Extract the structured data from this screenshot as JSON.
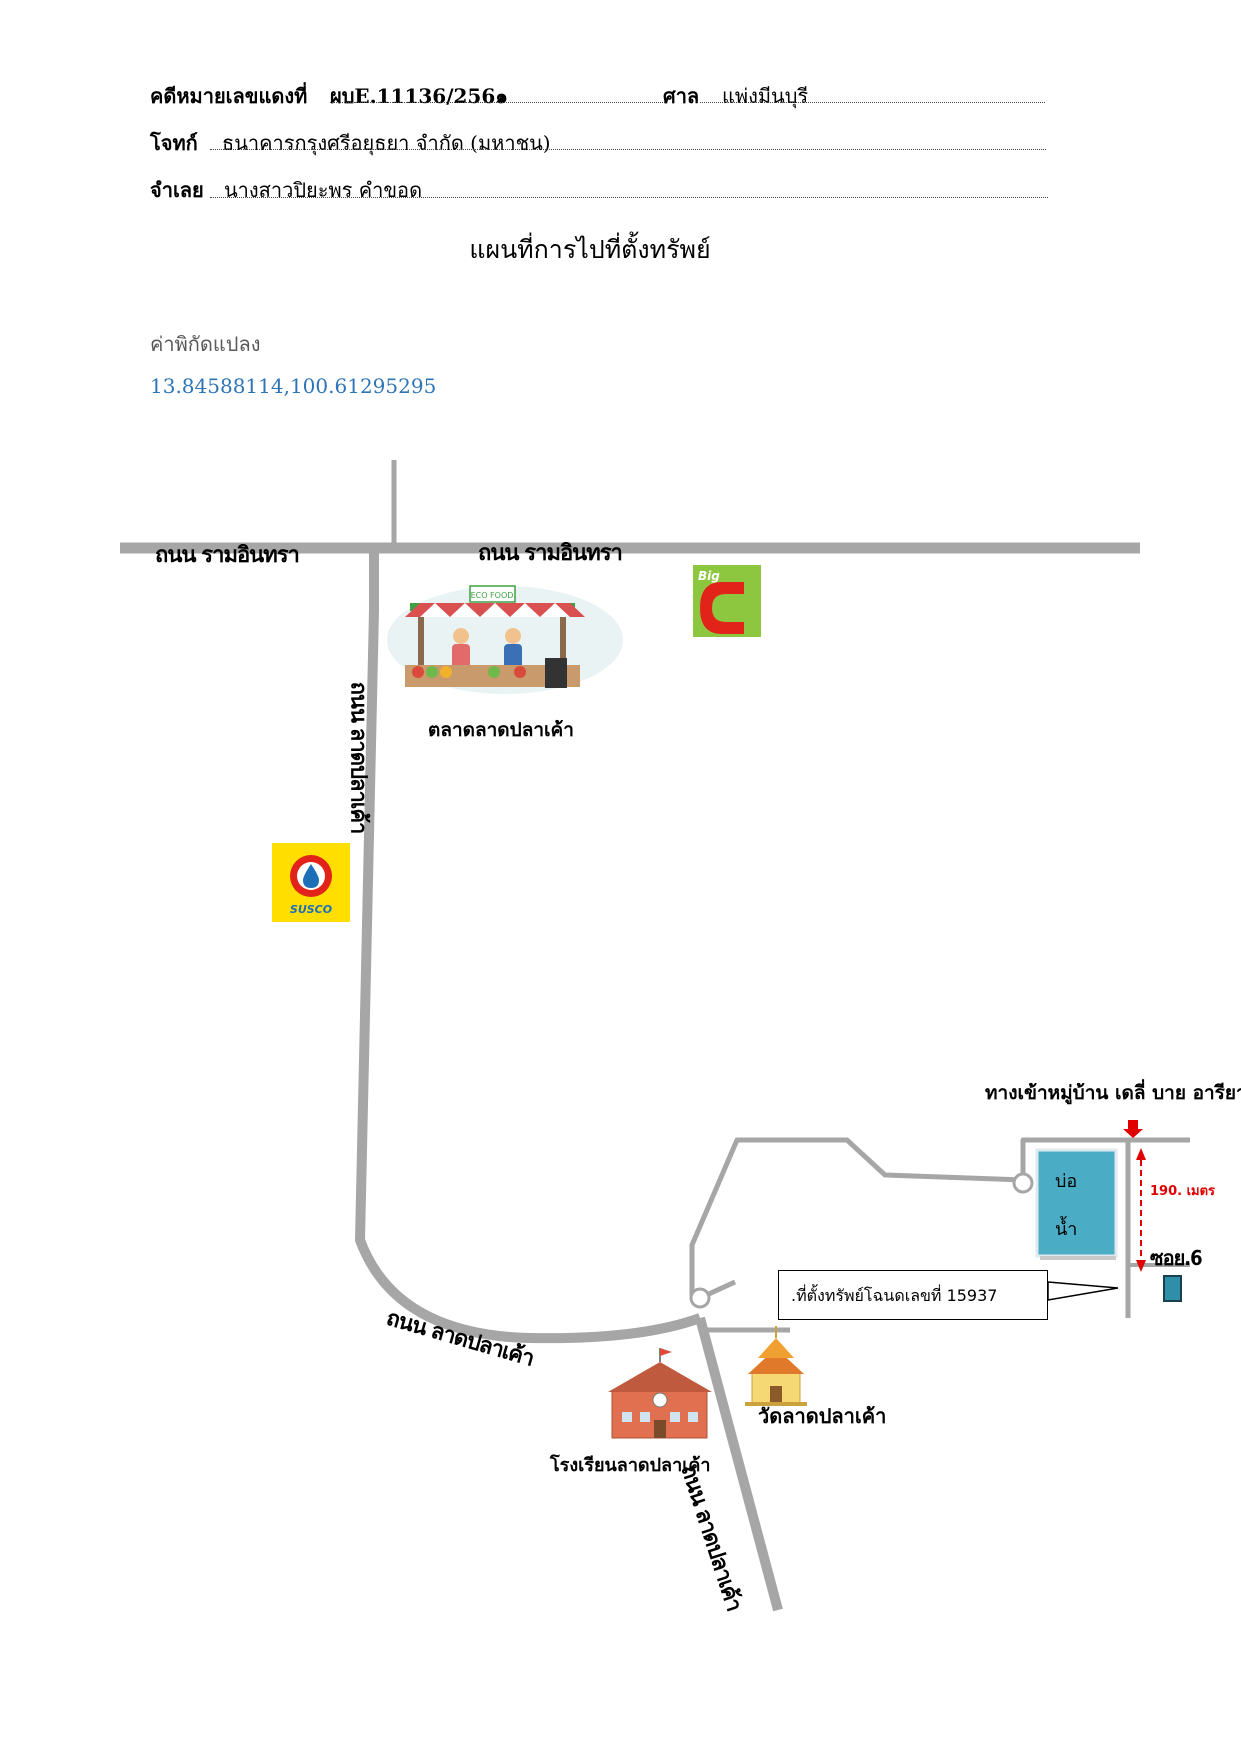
{
  "header": {
    "case_label": "คดีหมายเลขแดงที่",
    "case_value": "ผบE.11136/256๑",
    "court_label": "ศาล",
    "court_value": "แพ่งมีนบุรี",
    "plaintiff_label": "โจทก์",
    "plaintiff_value": "ธนาคารกรุงศรีอยุธยา จำกัด (มหาชน)",
    "defendant_label": "จำเลย",
    "defendant_value": "นางสาวปิยะพร คำขอด"
  },
  "title": "แผนที่การไปที่ตั้งทรัพย์",
  "coordinates": {
    "label": "ค่าพิกัดแปลง",
    "value": "13.84588114,100.61295295"
  },
  "map": {
    "road_ramintra_left": "ถนน รามอินทรา",
    "road_ramintra_right": "ถนน รามอินทรา",
    "road_latplakhao_vertical": "ถนน ลาดปลาเค้า",
    "road_latplakhao_curve": "ถนน ลาดปลาเค้า",
    "road_latplakhao_south": "ถนน ลาดปลาเค้า",
    "market_label": "ตลาดลาดปลาเค้า",
    "temple_label": "วัดลาดปลาเค้า",
    "school_label": "โรงเรียนลาดปลาเค้า",
    "village_entrance": "ทางเข้าหมู่บ้าน เดลี่ บาย อารียา",
    "pond_line1": "บ่อ",
    "pond_line2": "น้ำ",
    "distance": "190. เมตร",
    "soi": "ซอย.6",
    "property_callout": ".ที่ตั้งทรัพย์โฉนดเลขที่ 15937",
    "bigc_logo_text": "Big",
    "susco_logo_text": "SUSCO",
    "eco_food_sign": "ECO FOOD"
  },
  "colors": {
    "road": "#a6a6a6",
    "pond": "#4bacc6",
    "bigc_green": "#8dc63f",
    "bigc_red": "#e2231a",
    "susco_yellow": "#ffde00",
    "arrow_red": "#e00000",
    "coord_blue": "#2e75b6"
  }
}
